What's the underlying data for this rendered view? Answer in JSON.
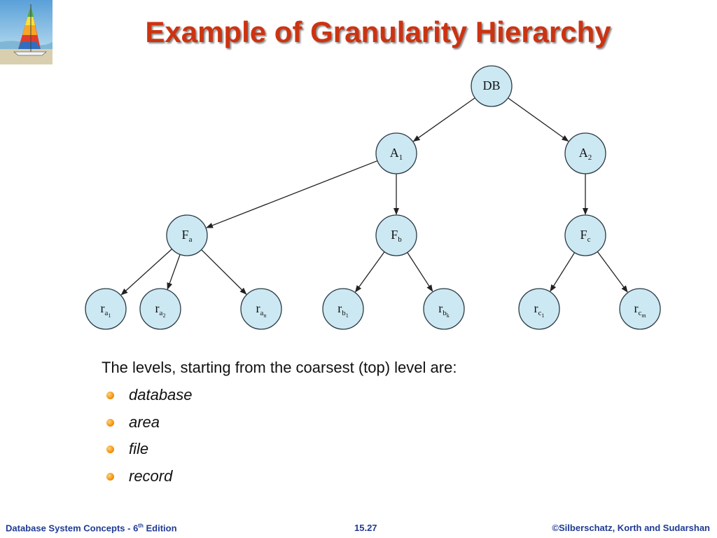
{
  "title": "Example of Granularity Hierarchy",
  "diagram": {
    "nodes": [
      {
        "id": "DB",
        "base": "DB",
        "sub": "",
        "subsub": ""
      },
      {
        "id": "A1",
        "base": "A",
        "sub": "1",
        "subsub": ""
      },
      {
        "id": "A2",
        "base": "A",
        "sub": "2",
        "subsub": ""
      },
      {
        "id": "Fa",
        "base": "F",
        "sub": "a",
        "subsub": ""
      },
      {
        "id": "Fb",
        "base": "F",
        "sub": "b",
        "subsub": ""
      },
      {
        "id": "Fc",
        "base": "F",
        "sub": "c",
        "subsub": ""
      },
      {
        "id": "ra1",
        "base": "r",
        "sub": "a",
        "subsub": "1"
      },
      {
        "id": "ra2",
        "base": "r",
        "sub": "a",
        "subsub": "2"
      },
      {
        "id": "ran",
        "base": "r",
        "sub": "a",
        "subsub": "n"
      },
      {
        "id": "rb1",
        "base": "r",
        "sub": "b",
        "subsub": "1"
      },
      {
        "id": "rbk",
        "base": "r",
        "sub": "b",
        "subsub": "k"
      },
      {
        "id": "rc1",
        "base": "r",
        "sub": "c",
        "subsub": "1"
      },
      {
        "id": "rcm",
        "base": "r",
        "sub": "c",
        "subsub": "m"
      }
    ],
    "edges": [
      [
        "DB",
        "A1"
      ],
      [
        "DB",
        "A2"
      ],
      [
        "A1",
        "Fa"
      ],
      [
        "A1",
        "Fb"
      ],
      [
        "A2",
        "Fc"
      ],
      [
        "Fa",
        "ra1"
      ],
      [
        "Fa",
        "ra2"
      ],
      [
        "Fa",
        "ran"
      ],
      [
        "Fb",
        "rb1"
      ],
      [
        "Fb",
        "rbk"
      ],
      [
        "Fc",
        "rc1"
      ],
      [
        "Fc",
        "rcm"
      ]
    ],
    "colors": {
      "node_fill": "#cce8f2",
      "node_stroke": "#2a3a44",
      "edge": "#222222"
    }
  },
  "body": {
    "intro": "The levels, starting from the coarsest (top) level are:",
    "bullets": [
      "database",
      "area",
      "file",
      "record"
    ]
  },
  "footer": {
    "left_prefix": "Database System Concepts - 6",
    "left_sup": "th",
    "left_suffix": " Edition",
    "page": "15.27",
    "right": "©Silberschatz, Korth and Sudarshan"
  },
  "colors": {
    "title": "#cc3311",
    "footer": "#1f3a93",
    "bullet": "#f08a00"
  }
}
